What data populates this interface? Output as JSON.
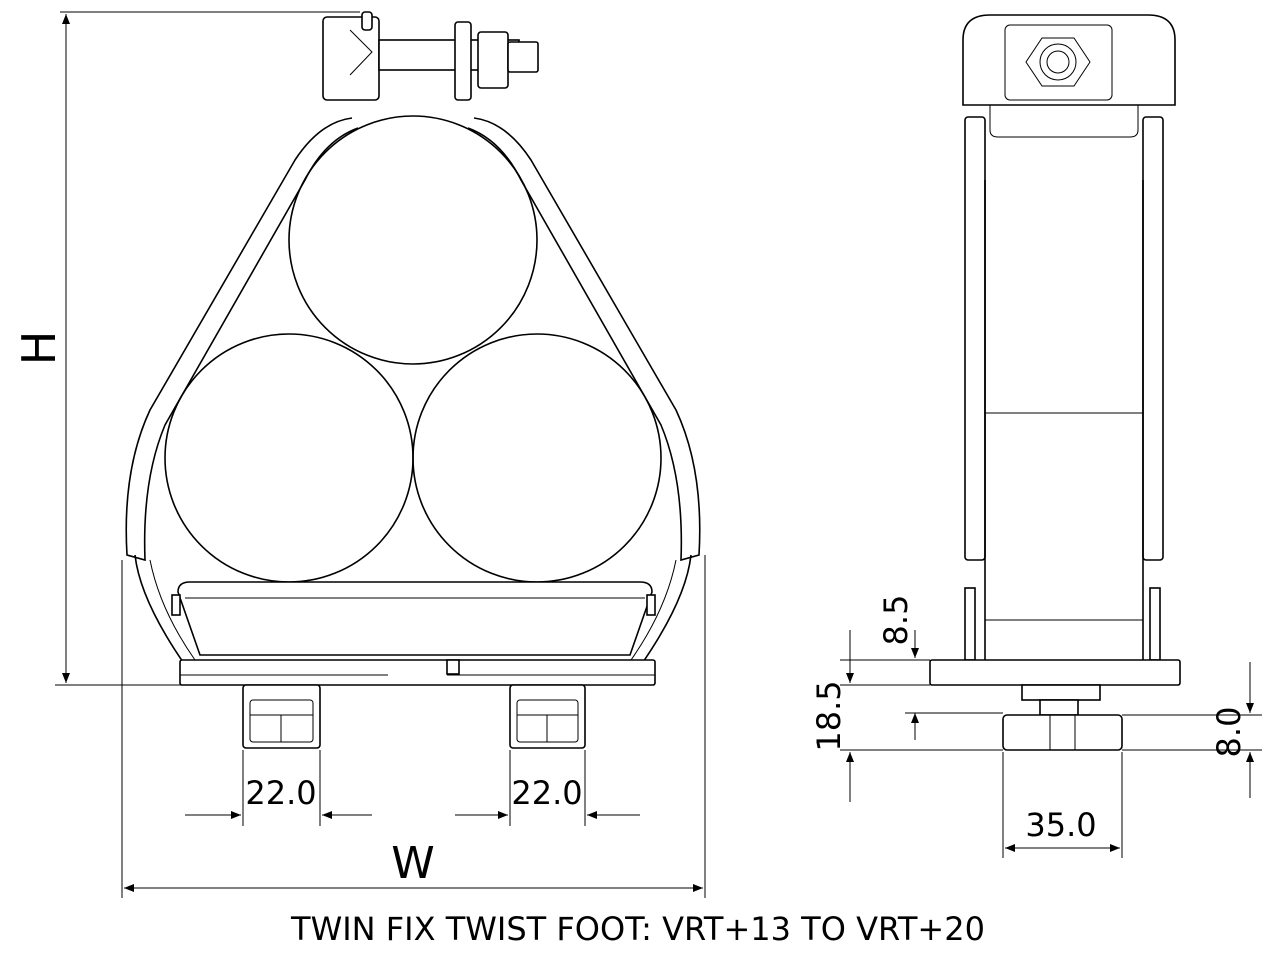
{
  "drawing": {
    "caption": "TWIN FIX TWIST FOOT: VRT+13 TO VRT+20",
    "front_view": {
      "height_label": "H",
      "width_label": "W",
      "foot_width_left": "22.0",
      "foot_width_right": "22.0"
    },
    "side_view": {
      "base_thickness": "8.5",
      "total_foot_height": "18.5",
      "foot_flange": "8.0",
      "foot_width": "35.0"
    },
    "colors": {
      "line": "#000000",
      "background": "#ffffff"
    }
  }
}
